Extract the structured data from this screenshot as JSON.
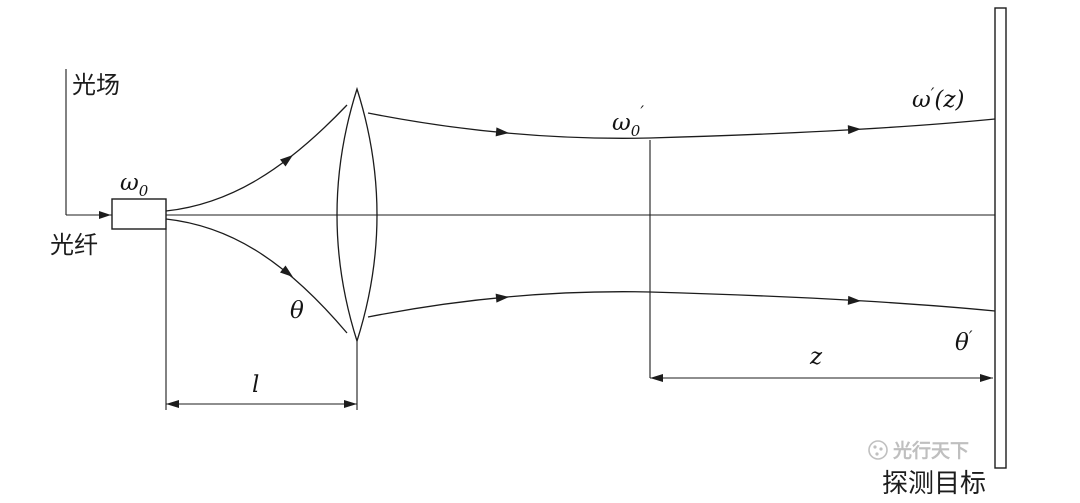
{
  "diagram": {
    "labels": {
      "light_field": "光场",
      "fiber": "光纤",
      "target": "探测目标"
    },
    "symbols": {
      "fiber_waist": {
        "base": "ω",
        "sub": "0"
      },
      "divergence": {
        "base": "θ"
      },
      "fiber_lens_distance": {
        "base": "l"
      },
      "collimated_waist": {
        "base": "ω",
        "sub": "0",
        "prime": "′"
      },
      "beam_radius_at_z": {
        "base": "ω",
        "prime": "′",
        "arg": "(z)"
      },
      "target_divergence": {
        "base": "θ",
        "prime": "′"
      },
      "propagation_distance": {
        "base": "z"
      }
    },
    "watermark": {
      "text": "光行天下"
    },
    "colors": {
      "line": "#1c1c1c",
      "lens_fill": "#c9c9c9",
      "watermark": "#b5b5b5",
      "background": "#ffffff"
    }
  }
}
